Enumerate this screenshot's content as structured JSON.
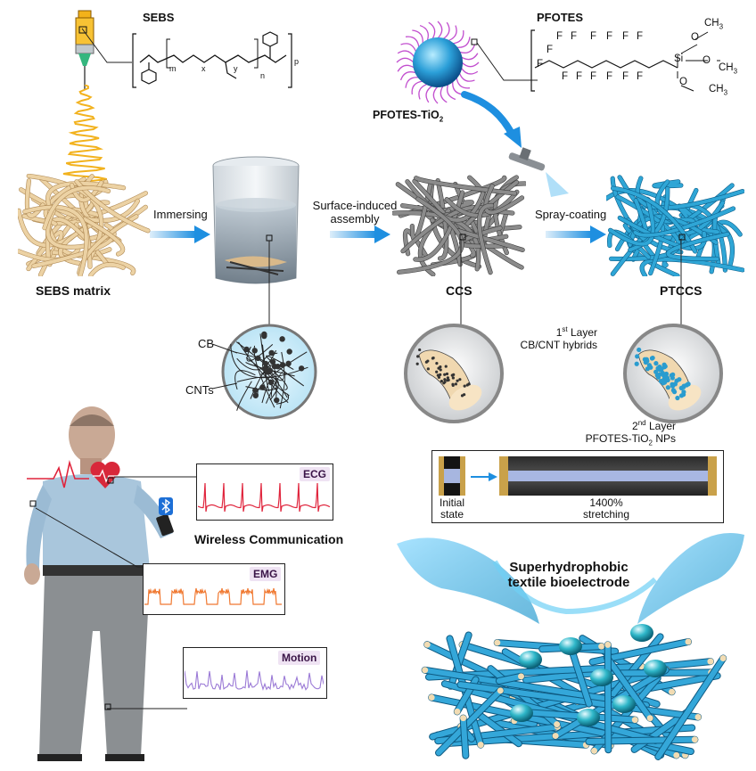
{
  "top": {
    "sebs": "SEBS",
    "pfotes": "PFOTES",
    "pfotes_tio2_prefix": "PFOTES-TiO",
    "pfotes_tio2_sub": "2",
    "sebs_subs": {
      "m": "m",
      "x": "x",
      "y": "y",
      "n": "n",
      "p": "p"
    },
    "pfotes_atoms": {
      "f": "F",
      "si": "Si",
      "o": "O",
      "ch3": "CH",
      "three": "3"
    }
  },
  "steps": {
    "immersing": "Immersing",
    "surface_line1": "Surface-induced",
    "surface_line2": "assembly",
    "spray": "Spray-coating"
  },
  "materials": {
    "sebs_matrix": "SEBS matrix",
    "ccs": "CCS",
    "ptccs": "PTCCS"
  },
  "zoom": {
    "cb": "CB",
    "cnts": "CNTs",
    "layer1_num": "1",
    "layer1_sup": "st",
    "layer1_rest": " Layer",
    "layer1_line2": "CB/CNT hybrids",
    "layer2_num": "2",
    "layer2_sup": "nd",
    "layer2_rest": " Layer",
    "layer2_line2_prefix": "PFOTES-TiO",
    "layer2_line2_sub": "2",
    "layer2_line2_suffix": " NPs"
  },
  "stretch": {
    "initial_line1": "Initial",
    "initial_line2": "state",
    "percent": "1400%",
    "stretching": "stretching"
  },
  "signals": {
    "ecg": "ECG",
    "emg": "EMG",
    "motion": "Motion",
    "wireless": "Wireless Communication"
  },
  "splash": {
    "line1": "Superhydrophobic",
    "line2": "textile bioelectrode"
  },
  "colors": {
    "arrow_blue": "#1e8fe0",
    "fiber_beige": "#ecd2a4",
    "fiber_gray": "#7b7b7b",
    "fiber_blue": "#2a9ccf",
    "ecg_line": "#e0243c",
    "emg_line": "#f07830",
    "motion_line": "#9b7ad6",
    "heart": "#d8283a"
  }
}
